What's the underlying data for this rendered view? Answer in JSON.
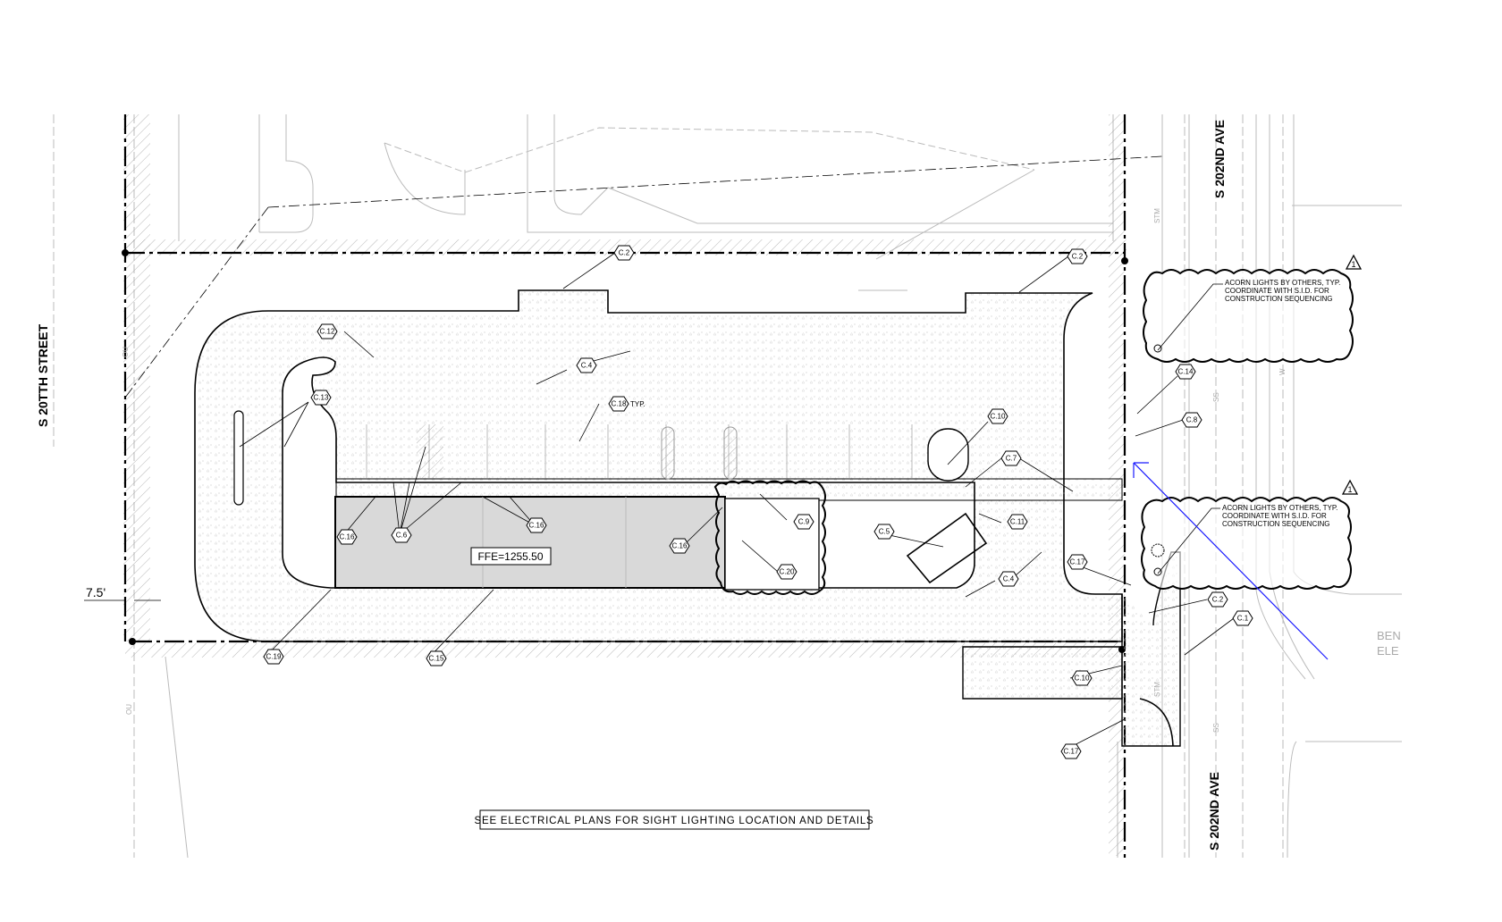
{
  "streets": {
    "west": "S 20TTH STREET",
    "east_top": "S 202ND AVE",
    "east_bottom": "S 202ND AVE"
  },
  "setback": "7.5'",
  "ffe": "FFE=1255.50",
  "note": "SEE ELECTRICAL PLANS FOR SIGHT LIGHTING LOCATION AND DETAILS",
  "revision_tag": "1",
  "cloud_notes": [
    {
      "lines": [
        "ACORN LIGHTS BY OTHERS, TYP.",
        "COORDINATE WITH S.I.D. FOR",
        "CONSTRUCTION SEQUENCING"
      ]
    },
    {
      "lines": [
        "ACORN LIGHTS BY OTHERS, TYP.",
        "COORDINATE WITH S.I.D. FOR",
        "CONSTRUCTION SEQUENCING"
      ]
    }
  ],
  "callouts": [
    "C.2",
    "C.2",
    "C.2",
    "C.12",
    "C.4",
    "C.4",
    "C.13",
    "C.18",
    "C.10",
    "C.10",
    "C.7",
    "C.14",
    "C.8",
    "C.9",
    "C.11",
    "C.5",
    "C.16",
    "C.16",
    "C.16",
    "C.6",
    "C.20",
    "C.17",
    "C.17",
    "C.1",
    "C.19",
    "C.15"
  ],
  "typ_label": "TYP.",
  "cut_label": [
    "BEN",
    "ELE"
  ],
  "utility_labels": {
    "storm": "STM",
    "sewer": "SS",
    "water": "W",
    "overhead": "OU"
  },
  "colors": {
    "line": "#000000",
    "light": "#bbbbbb",
    "building": "#d9d9d9",
    "section": "#1a1aff"
  }
}
